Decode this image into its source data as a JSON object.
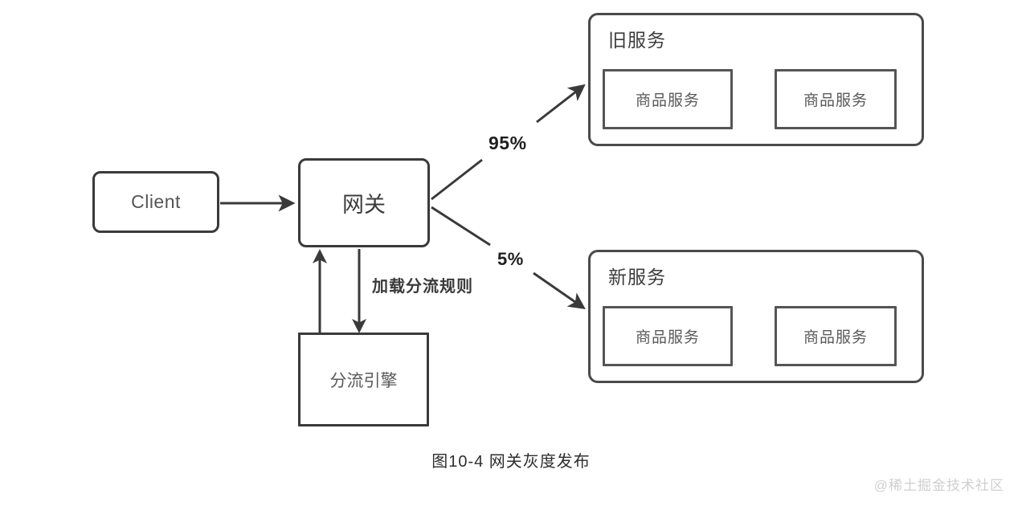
{
  "diagram": {
    "caption": "图10-4 网关灰度发布",
    "watermark": "@稀土掘金技术社区",
    "nodes": {
      "client": {
        "label": "Client"
      },
      "gateway": {
        "label": "网关"
      },
      "engine": {
        "label": "分流引擎"
      },
      "old_group": {
        "title": "旧服务",
        "services": [
          {
            "label": "商品服务"
          },
          {
            "label": "商品服务"
          }
        ]
      },
      "new_group": {
        "title": "新服务",
        "services": [
          {
            "label": "商品服务"
          },
          {
            "label": "商品服务"
          }
        ]
      }
    },
    "edges": {
      "client_to_gateway": {
        "label": ""
      },
      "gateway_to_old": {
        "label": "95%"
      },
      "gateway_to_new": {
        "label": "5%"
      },
      "gateway_to_engine": {
        "label": "加载分流规则"
      },
      "engine_to_gateway": {
        "label": ""
      }
    },
    "colors": {
      "stroke": "#3a3a3a",
      "group_stroke": "#4a4a4a",
      "text": "#4a4a4a",
      "background": "#ffffff",
      "watermark": "#cfcfcf"
    }
  }
}
